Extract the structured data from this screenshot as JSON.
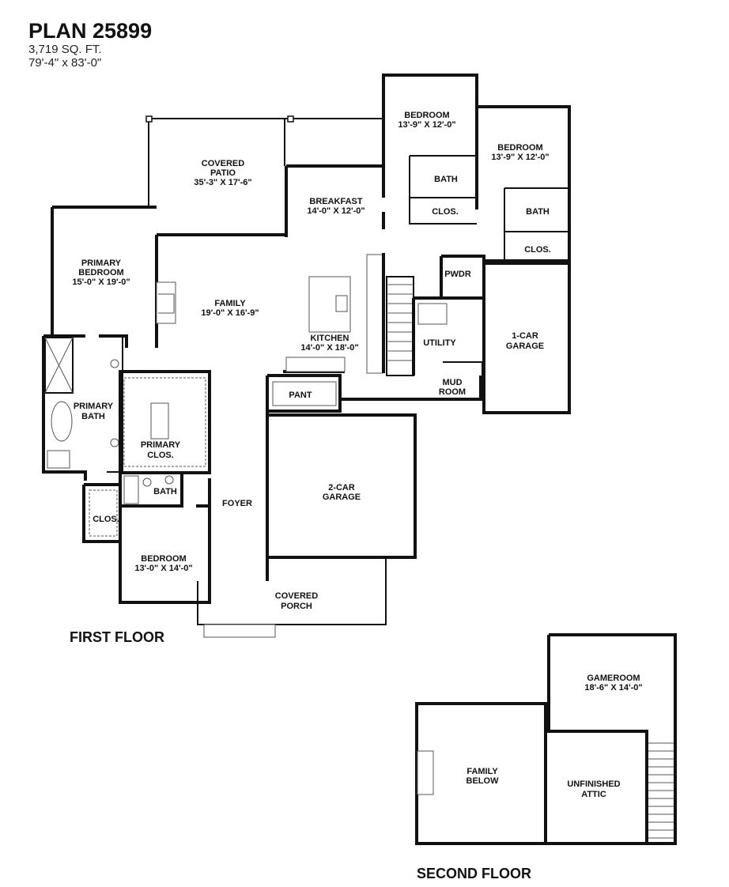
{
  "plan": {
    "title": "PLAN 25899",
    "sqft": "3,719 SQ. FT.",
    "dimensions": "79'-4\" x 83'-0\""
  },
  "floors": {
    "first": "FIRST FLOOR",
    "second": "SECOND FLOOR"
  },
  "rooms": {
    "bedroom_top": {
      "name": "BEDROOM",
      "size": "13'-9\" X 12'-0\""
    },
    "bedroom_right": {
      "name": "BEDROOM",
      "size": "13'-9\" X 12'-0\""
    },
    "bath_top": {
      "name": "BATH"
    },
    "clos_top": {
      "name": "CLOS."
    },
    "bath_right": {
      "name": "BATH"
    },
    "clos_right": {
      "name": "CLOS."
    },
    "covered_patio": {
      "name": "COVERED",
      "name2": "PATIO",
      "size": "35'-3\" X 17'-6\""
    },
    "breakfast": {
      "name": "BREAKFAST",
      "size": "14'-0\" X 12'-0\""
    },
    "primary_bedroom": {
      "name": "PRIMARY",
      "name2": "BEDROOM",
      "size": "15'-0\" X 19'-0\""
    },
    "family": {
      "name": "FAMILY",
      "size": "19'-0\" X 16'-9\""
    },
    "pwdr": {
      "name": "PWDR"
    },
    "kitchen": {
      "name": "KITCHEN",
      "size": "14'-0\" X 18'-0\""
    },
    "utility": {
      "name": "UTILITY"
    },
    "garage_1car": {
      "name": "1-CAR",
      "name2": "GARAGE"
    },
    "primary_bath": {
      "name": "PRIMARY",
      "name2": "BATH"
    },
    "pant": {
      "name": "PANT"
    },
    "mud_room": {
      "name": "MUD",
      "name2": "ROOM"
    },
    "primary_clos": {
      "name": "PRIMARY",
      "name2": "CLOS."
    },
    "garage_2car": {
      "name": "2-CAR",
      "name2": "GARAGE"
    },
    "bath_front": {
      "name": "BATH"
    },
    "clos_front": {
      "name": "CLOS."
    },
    "foyer": {
      "name": "FOYER"
    },
    "bedroom_front": {
      "name": "BEDROOM",
      "size": "13'-0\" X 14'-0\""
    },
    "covered_porch": {
      "name": "COVERED",
      "name2": "PORCH"
    },
    "gameroom": {
      "name": "GAMEROOM",
      "size": "18'-6\" X 14'-0\""
    },
    "family_below": {
      "name": "FAMILY",
      "name2": "BELOW"
    },
    "unfinished_attic": {
      "name": "UNFINISHED",
      "name2": "ATTIC"
    }
  }
}
